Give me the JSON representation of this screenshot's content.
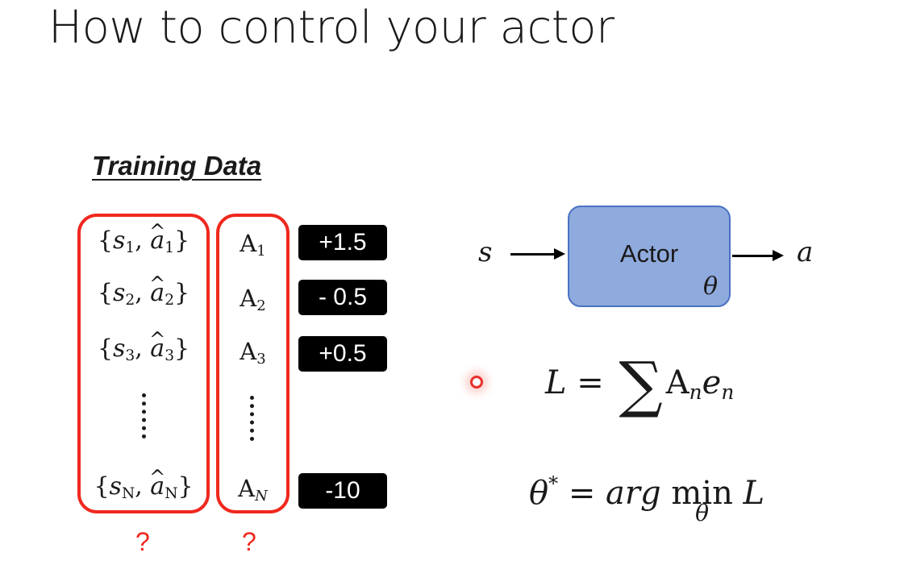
{
  "slide": {
    "title": "How to control your actor"
  },
  "training_data": {
    "heading": "Training Data",
    "pairs": [
      {
        "s": "s",
        "s_sub": "1",
        "a": "a",
        "a_sub": "1"
      },
      {
        "s": "s",
        "s_sub": "2",
        "a": "a",
        "a_sub": "2"
      },
      {
        "s": "s",
        "s_sub": "3",
        "a": "a",
        "a_sub": "3"
      },
      {
        "s": "s",
        "s_sub": "N",
        "a": "a",
        "a_sub": "N"
      }
    ],
    "advantages": [
      {
        "base": "A",
        "sub": "1"
      },
      {
        "base": "A",
        "sub": "2"
      },
      {
        "base": "A",
        "sub": "3"
      },
      {
        "base": "A",
        "sub": "N"
      }
    ],
    "scores": [
      "+1.5",
      "- 0.5",
      "+0.5",
      "-10"
    ],
    "question_marks": [
      "?",
      "?"
    ]
  },
  "actor_diagram": {
    "input": "s",
    "label": "Actor",
    "param": "θ",
    "output": "a"
  },
  "equations": {
    "loss_lhs": "L",
    "equals": "=",
    "sum": "∑",
    "loss_A": "A",
    "loss_A_sub": "n",
    "loss_e": "e",
    "loss_e_sub": "n",
    "theta": "θ",
    "star": "*",
    "arg": "arg",
    "min": "min",
    "min_sub": "θ",
    "L": "L"
  },
  "colors": {
    "bracket": "#f0281e",
    "actor_fill": "#8faadc",
    "actor_border": "#4a72c4",
    "score_bg": "#000000"
  }
}
